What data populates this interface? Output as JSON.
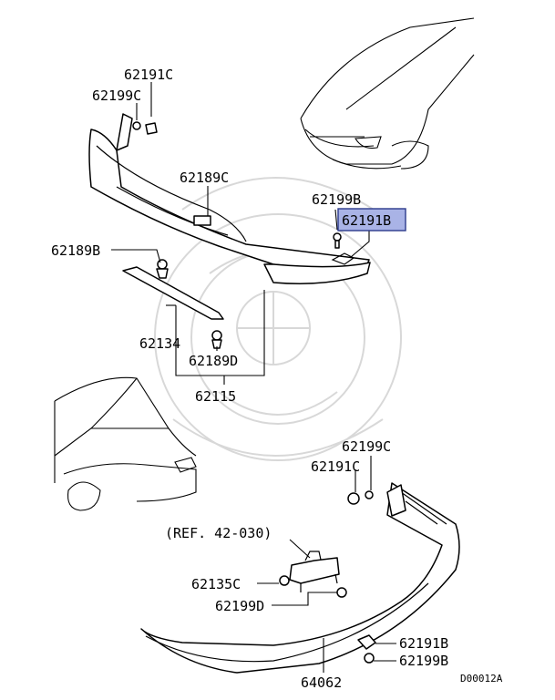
{
  "callouts": {
    "p62191C_top": "62191C",
    "p62199C_top": "62199C",
    "p62189C": "62189C",
    "p62199B_top": "62199B",
    "p62191B_top": "62191B",
    "p62189B": "62189B",
    "p62134": "62134",
    "p62189D": "62189D",
    "p62115": "62115",
    "p62199C_bot": "62199C",
    "p62191C_bot": "62191C",
    "ref": "(REF. 42-030)",
    "p62135C": "62135C",
    "p62199D": "62199D",
    "p62191B_bot": "62191B",
    "p62199B_bot": "62199B",
    "p64062": "64062",
    "diagram_code": "D00012A"
  },
  "highlight": {
    "part": "62191B",
    "color": "#a9b3e6",
    "border": "#2c3a8c"
  }
}
